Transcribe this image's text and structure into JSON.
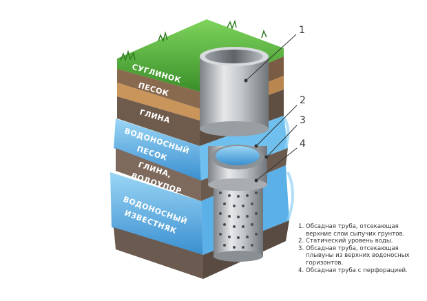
{
  "layers": [
    {
      "id": "suglinok",
      "label": "СУГЛИНОК"
    },
    {
      "id": "pesok",
      "label": "ПЕСОК"
    },
    {
      "id": "glina",
      "label": "ГЛИНА"
    },
    {
      "id": "vod_pesok_1",
      "label": "ВОДОНОСНЫЙ"
    },
    {
      "id": "vod_pesok_2",
      "label": "ПЕСОК"
    },
    {
      "id": "glina_vod_1",
      "label": "ГЛИНА,"
    },
    {
      "id": "glina_vod_2",
      "label": "ВОДОУПОР"
    },
    {
      "id": "vod_izv_1",
      "label": "ВОДОНОСНЫЙ"
    },
    {
      "id": "vod_izv_2",
      "label": "ИЗВЕСТНЯК"
    }
  ],
  "callouts": [
    "1",
    "2",
    "3",
    "4"
  ],
  "legend": [
    {
      "num": "1.",
      "text": "Обсадная труба, отсекающая верхние слои сыпучих грунтов."
    },
    {
      "num": "2.",
      "text": "Статический уровень воды."
    },
    {
      "num": "3.",
      "text": "Обсадная труба, отсекающая плывуны из верхних водоносных горизонтов."
    },
    {
      "num": "4.",
      "text": "Обсадная труба с перфорацией."
    }
  ],
  "colors": {
    "grass": "#4caf3a",
    "water": "#5fb4e8",
    "clay": "#6f5b4c",
    "sand": "#c9955a",
    "pipe": "#b8bcc0"
  }
}
